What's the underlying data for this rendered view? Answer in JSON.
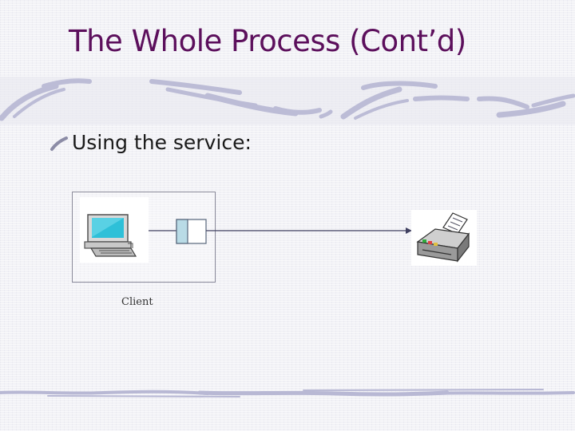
{
  "slide": {
    "title": "The Whole Process (Cont’d)",
    "bullet": "Using the service:"
  },
  "diagram": {
    "client_label": "Client",
    "nodes": [
      "computer-icon",
      "interface-stub",
      "printer-icon"
    ]
  },
  "colors": {
    "title": "#5c0f5c",
    "decoration": "#b8b8d4",
    "stub_fill": "#b9dbe6",
    "connector": "#404060"
  }
}
